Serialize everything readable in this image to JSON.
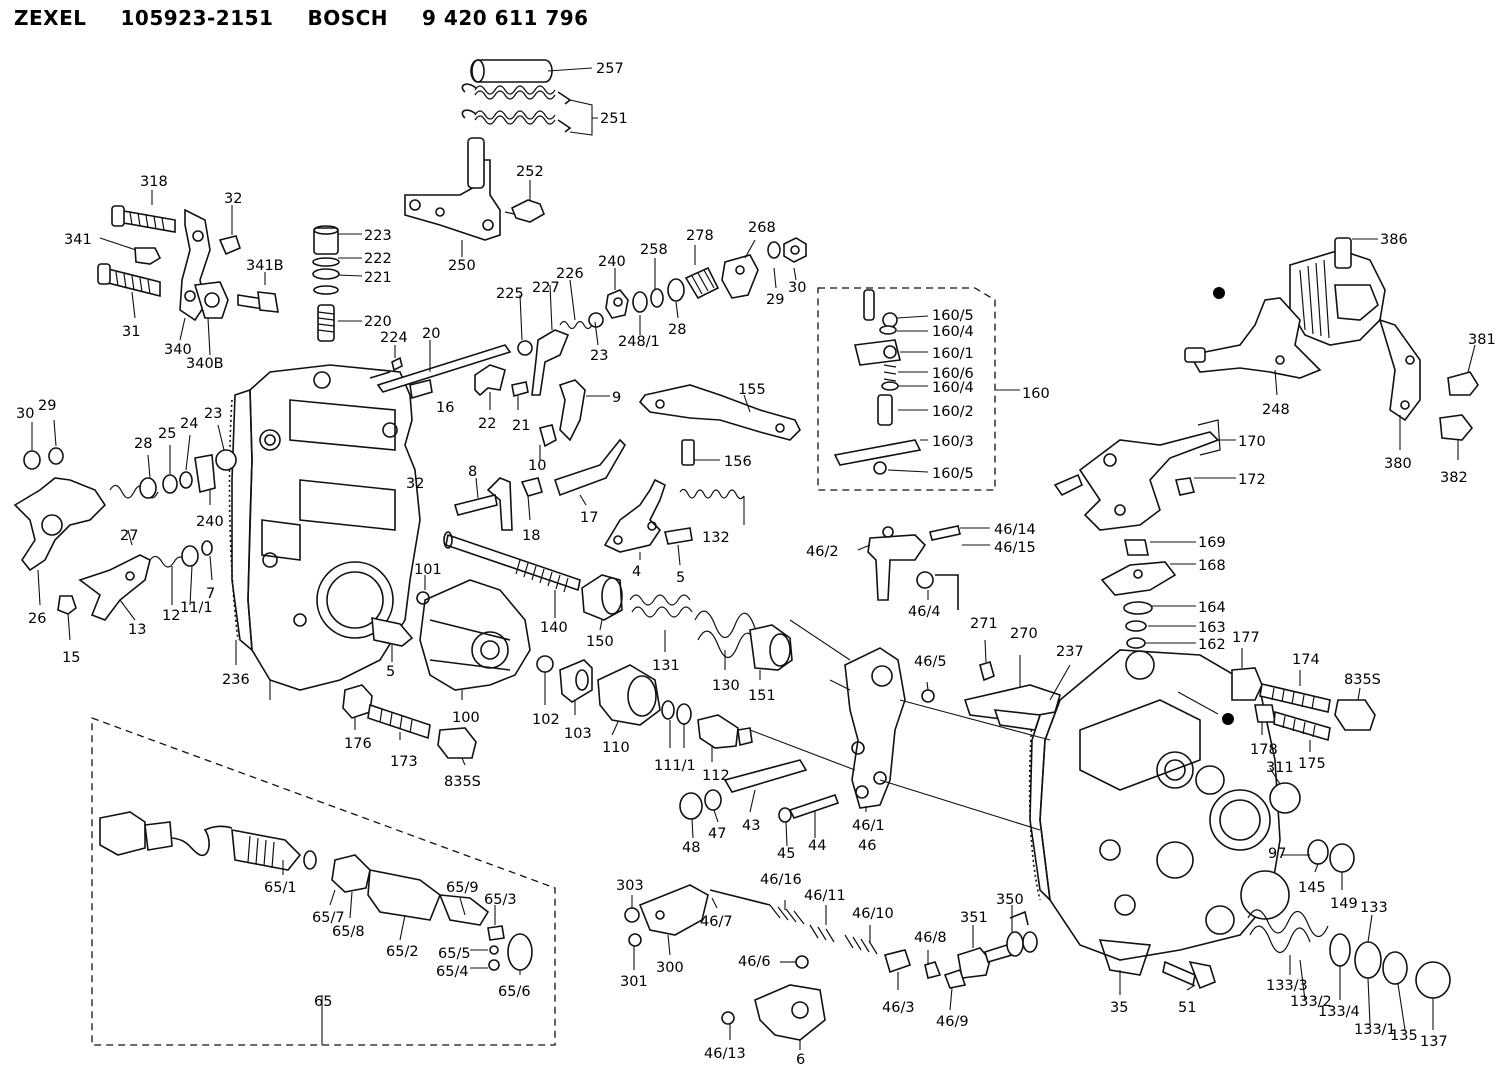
{
  "header": {
    "brand1": "ZEXEL",
    "number1": "105923-2151",
    "brand2": "BOSCH",
    "number2": "9 420 611 796"
  },
  "labels": [
    {
      "id": "257",
      "text": "257"
    },
    {
      "id": "251",
      "text": "251"
    },
    {
      "id": "252",
      "text": "252"
    },
    {
      "id": "250",
      "text": "250"
    },
    {
      "id": "318a",
      "text": "318"
    },
    {
      "id": "32a",
      "text": "32"
    },
    {
      "id": "341",
      "text": "341"
    },
    {
      "id": "341b",
      "text": "341B"
    },
    {
      "id": "31",
      "text": "31"
    },
    {
      "id": "340",
      "text": "340"
    },
    {
      "id": "340b",
      "text": "340B"
    },
    {
      "id": "223",
      "text": "223"
    },
    {
      "id": "222",
      "text": "222"
    },
    {
      "id": "221",
      "text": "221"
    },
    {
      "id": "220",
      "text": "220"
    },
    {
      "id": "224",
      "text": "224"
    },
    {
      "id": "20",
      "text": "20"
    },
    {
      "id": "225",
      "text": "225"
    },
    {
      "id": "227",
      "text": "227"
    },
    {
      "id": "226",
      "text": "226"
    },
    {
      "id": "240",
      "text": "240"
    },
    {
      "id": "258",
      "text": "258"
    },
    {
      "id": "278",
      "text": "278"
    },
    {
      "id": "268",
      "text": "268"
    },
    {
      "id": "29a",
      "text": "29"
    },
    {
      "id": "30a",
      "text": "30"
    },
    {
      "id": "23a",
      "text": "23"
    },
    {
      "id": "248_1",
      "text": "248/1"
    },
    {
      "id": "28a",
      "text": "28"
    },
    {
      "id": "22",
      "text": "22"
    },
    {
      "id": "21",
      "text": "21"
    },
    {
      "id": "9",
      "text": "9"
    },
    {
      "id": "155",
      "text": "155"
    },
    {
      "id": "156",
      "text": "156"
    },
    {
      "id": "10",
      "text": "10"
    },
    {
      "id": "17",
      "text": "17"
    },
    {
      "id": "18",
      "text": "18"
    },
    {
      "id": "8",
      "text": "8"
    },
    {
      "id": "132",
      "text": "132"
    },
    {
      "id": "4",
      "text": "4"
    },
    {
      "id": "5a",
      "text": "5"
    },
    {
      "id": "30b",
      "text": "30"
    },
    {
      "id": "29b",
      "text": "29"
    },
    {
      "id": "28b",
      "text": "28"
    },
    {
      "id": "25",
      "text": "25"
    },
    {
      "id": "24",
      "text": "24"
    },
    {
      "id": "23b",
      "text": "23"
    },
    {
      "id": "16",
      "text": "16"
    },
    {
      "id": "32b",
      "text": "32"
    },
    {
      "id": "240b",
      "text": "240"
    },
    {
      "id": "27",
      "text": "27"
    },
    {
      "id": "26",
      "text": "26"
    },
    {
      "id": "12",
      "text": "12"
    },
    {
      "id": "11_1",
      "text": "11/1"
    },
    {
      "id": "7",
      "text": "7"
    },
    {
      "id": "13",
      "text": "13"
    },
    {
      "id": "15",
      "text": "15"
    },
    {
      "id": "236",
      "text": "236"
    },
    {
      "id": "101",
      "text": "101"
    },
    {
      "id": "5b",
      "text": "5"
    },
    {
      "id": "100",
      "text": "100"
    },
    {
      "id": "140",
      "text": "140"
    },
    {
      "id": "150",
      "text": "150"
    },
    {
      "id": "131",
      "text": "131"
    },
    {
      "id": "130",
      "text": "130"
    },
    {
      "id": "151",
      "text": "151"
    },
    {
      "id": "102",
      "text": "102"
    },
    {
      "id": "103",
      "text": "103"
    },
    {
      "id": "110",
      "text": "110"
    },
    {
      "id": "111_1",
      "text": "111/1"
    },
    {
      "id": "112",
      "text": "112"
    },
    {
      "id": "176",
      "text": "176"
    },
    {
      "id": "173",
      "text": "173"
    },
    {
      "id": "835s_a",
      "text": "835S"
    },
    {
      "id": "43",
      "text": "43"
    },
    {
      "id": "47",
      "text": "47"
    },
    {
      "id": "48",
      "text": "48"
    },
    {
      "id": "45",
      "text": "45"
    },
    {
      "id": "44",
      "text": "44"
    },
    {
      "id": "46_1",
      "text": "46/1"
    },
    {
      "id": "46",
      "text": "46"
    },
    {
      "id": "160_5a",
      "text": "160/5"
    },
    {
      "id": "160_4a",
      "text": "160/4"
    },
    {
      "id": "160_1",
      "text": "160/1"
    },
    {
      "id": "160_6",
      "text": "160/6"
    },
    {
      "id": "160_4b",
      "text": "160/4"
    },
    {
      "id": "160_2",
      "text": "160/2"
    },
    {
      "id": "160",
      "text": "160"
    },
    {
      "id": "160_3",
      "text": "160/3"
    },
    {
      "id": "160_5b",
      "text": "160/5"
    },
    {
      "id": "46_14",
      "text": "46/14"
    },
    {
      "id": "46_15",
      "text": "46/15"
    },
    {
      "id": "46_2",
      "text": "46/2"
    },
    {
      "id": "46_4",
      "text": "46/4"
    },
    {
      "id": "271",
      "text": "271"
    },
    {
      "id": "270",
      "text": "270"
    },
    {
      "id": "46_5",
      "text": "46/5"
    },
    {
      "id": "237",
      "text": "237"
    },
    {
      "id": "386",
      "text": "386"
    },
    {
      "id": "248",
      "text": "248"
    },
    {
      "id": "381",
      "text": "381"
    },
    {
      "id": "380",
      "text": "380"
    },
    {
      "id": "382",
      "text": "382"
    },
    {
      "id": "170",
      "text": "170"
    },
    {
      "id": "172",
      "text": "172"
    },
    {
      "id": "169",
      "text": "169"
    },
    {
      "id": "168",
      "text": "168"
    },
    {
      "id": "164",
      "text": "164"
    },
    {
      "id": "163",
      "text": "163"
    },
    {
      "id": "162",
      "text": "162"
    },
    {
      "id": "177",
      "text": "177"
    },
    {
      "id": "174",
      "text": "174"
    },
    {
      "id": "835s_b",
      "text": "835S"
    },
    {
      "id": "178",
      "text": "178"
    },
    {
      "id": "175",
      "text": "175"
    },
    {
      "id": "311",
      "text": "311"
    },
    {
      "id": "97",
      "text": "97"
    },
    {
      "id": "145",
      "text": "145"
    },
    {
      "id": "149",
      "text": "149"
    },
    {
      "id": "133",
      "text": "133"
    },
    {
      "id": "133_3",
      "text": "133/3"
    },
    {
      "id": "133_2",
      "text": "133/2"
    },
    {
      "id": "133_4",
      "text": "133/4"
    },
    {
      "id": "133_1",
      "text": "133/1"
    },
    {
      "id": "135",
      "text": "135"
    },
    {
      "id": "137",
      "text": "137"
    },
    {
      "id": "35",
      "text": "35"
    },
    {
      "id": "51",
      "text": "51"
    },
    {
      "id": "350",
      "text": "350"
    },
    {
      "id": "351",
      "text": "351"
    },
    {
      "id": "65_1",
      "text": "65/1"
    },
    {
      "id": "65_7",
      "text": "65/7"
    },
    {
      "id": "65_8",
      "text": "65/8"
    },
    {
      "id": "65_2",
      "text": "65/2"
    },
    {
      "id": "65_9",
      "text": "65/9"
    },
    {
      "id": "65_3",
      "text": "65/3"
    },
    {
      "id": "65_5",
      "text": "65/5"
    },
    {
      "id": "65_4",
      "text": "65/4"
    },
    {
      "id": "65_6",
      "text": "65/6"
    },
    {
      "id": "65",
      "text": "65"
    },
    {
      "id": "303",
      "text": "303"
    },
    {
      "id": "301",
      "text": "301"
    },
    {
      "id": "300",
      "text": "300"
    },
    {
      "id": "46_7",
      "text": "46/7"
    },
    {
      "id": "46_16",
      "text": "46/16"
    },
    {
      "id": "46_11",
      "text": "46/11"
    },
    {
      "id": "46_10",
      "text": "46/10"
    },
    {
      "id": "46_6",
      "text": "46/6"
    },
    {
      "id": "46_8",
      "text": "46/8"
    },
    {
      "id": "46_3",
      "text": "46/3"
    },
    {
      "id": "46_9",
      "text": "46/9"
    },
    {
      "id": "46_13",
      "text": "46/13"
    },
    {
      "id": "6",
      "text": "6"
    }
  ]
}
